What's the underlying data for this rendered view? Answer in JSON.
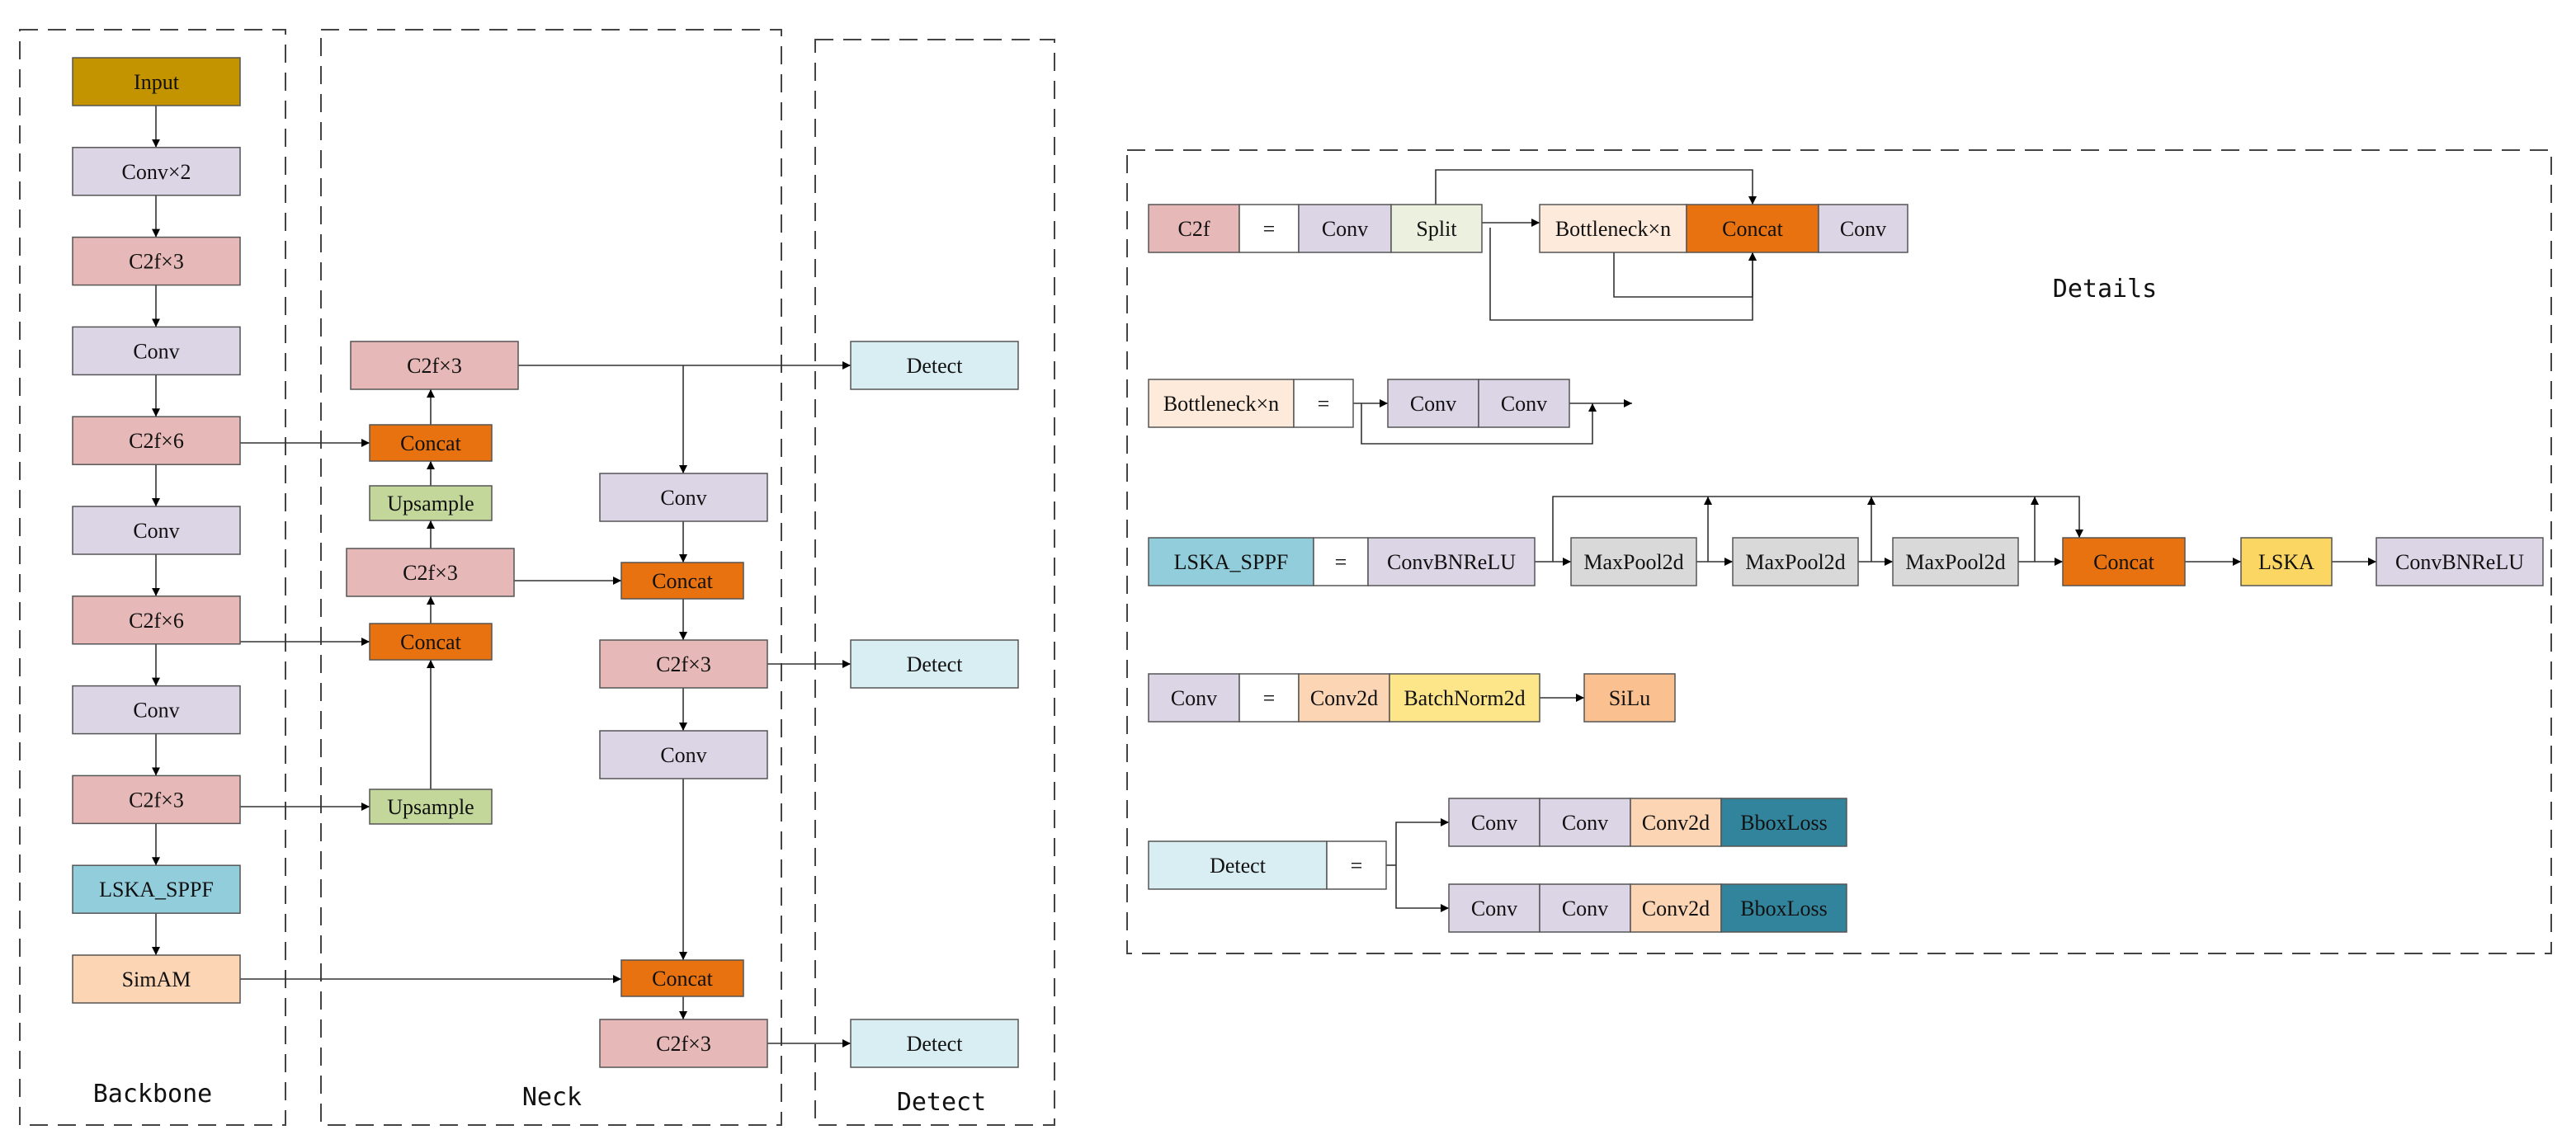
{
  "colors": {
    "input": "#c49400",
    "conv": "#dcd5e6",
    "c2f": "#e6b8b7",
    "concat": "#e8720f",
    "upsample": "#c4d79b",
    "detect": "#d9eef3",
    "lska_sppf": "#92cddc",
    "simam": "#fcd5b5",
    "split": "#ebf1de",
    "bottleneck": "#fdeada",
    "maxpool": "#d9d9d9",
    "lska": "#fcd662",
    "conv2d": "#fcd5b5",
    "batchnorm": "#fde68a",
    "silu": "#fac090",
    "bboxloss": "#31849b",
    "equals": "#ffffff"
  },
  "sections": {
    "backbone": "Backbone",
    "neck": "Neck",
    "detect": "Detect",
    "details": "Details"
  },
  "backbone": [
    "Input",
    "Conv×2",
    "C2f×3",
    "Conv",
    "C2f×6",
    "Conv",
    "C2f×6",
    "Conv",
    "C2f×3",
    "LSKA_SPPF",
    "SimAM"
  ],
  "neck": {
    "top_c2f": "C2f×3",
    "concat_1": "Concat",
    "upsample_1": "Upsample",
    "mid_c2f": "C2f×3",
    "concat_2": "Concat",
    "upsample_2": "Upsample",
    "conv_1": "Conv",
    "concat_3": "Concat",
    "c2f_3": "C2f×3",
    "conv_2": "Conv",
    "concat_4": "Concat",
    "c2f_4": "C2f×3"
  },
  "detect_heads": [
    "Detect",
    "Detect",
    "Detect"
  ],
  "details": {
    "c2f_row": [
      "C2f",
      "=",
      "Conv",
      "Split",
      "Bottleneck×n",
      "Concat",
      "Conv"
    ],
    "bottleneck_row": [
      "Bottleneck×n",
      "=",
      "Conv",
      "Conv"
    ],
    "lska_row": [
      "LSKA_SPPF",
      "=",
      "ConvBNReLU",
      "MaxPool2d",
      "MaxPool2d",
      "MaxPool2d",
      "Concat",
      "LSKA",
      "ConvBNReLU"
    ],
    "conv_row": [
      "Conv",
      "=",
      "Conv2d",
      "BatchNorm2d",
      "SiLu"
    ],
    "detect_row": [
      "Detect",
      "="
    ],
    "detect_branch_a": [
      "Conv",
      "Conv",
      "Conv2d",
      "BboxLoss"
    ],
    "detect_branch_b": [
      "Conv",
      "Conv",
      "Conv2d",
      "BboxLoss"
    ]
  }
}
